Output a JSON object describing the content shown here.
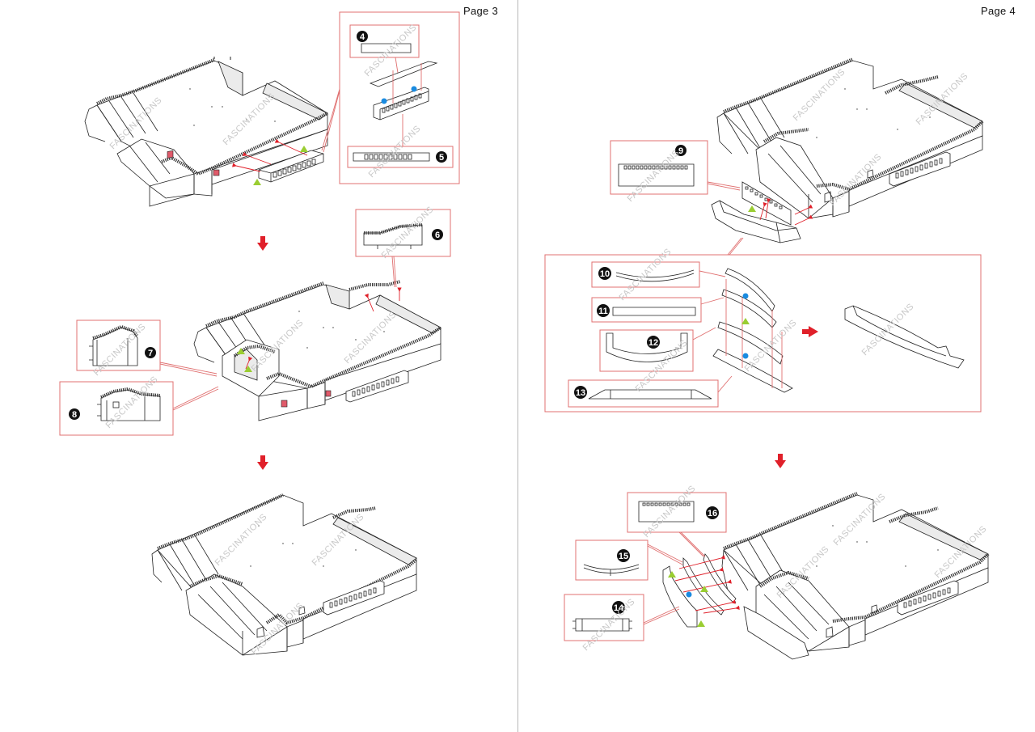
{
  "document": {
    "watermark": "FASCINATIONS",
    "colors": {
      "callout_border": "#e07070",
      "arrow": "#e0202a",
      "marker_dot": "#1a8be0",
      "marker_triangle": "#9acd32",
      "badge": "#111111"
    }
  },
  "pages": [
    {
      "label": "Page 3",
      "steps": [
        {
          "name": "step-a",
          "callouts": [
            {
              "part": "4"
            },
            {
              "part": "5"
            }
          ]
        },
        {
          "name": "step-b",
          "callouts": [
            {
              "part": "6"
            },
            {
              "part": "7"
            },
            {
              "part": "8"
            }
          ]
        },
        {
          "name": "step-c",
          "callouts": []
        }
      ]
    },
    {
      "label": "Page 4",
      "steps": [
        {
          "name": "step-a",
          "callouts": [
            {
              "part": "9"
            },
            {
              "part": "10"
            },
            {
              "part": "11"
            },
            {
              "part": "12"
            },
            {
              "part": "13"
            }
          ]
        },
        {
          "name": "step-b",
          "callouts": [
            {
              "part": "14"
            },
            {
              "part": "15"
            },
            {
              "part": "16"
            }
          ]
        }
      ]
    }
  ]
}
